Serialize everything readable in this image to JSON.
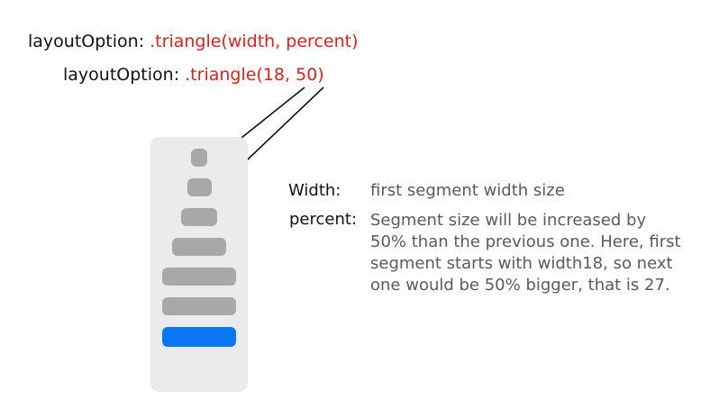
{
  "header": {
    "signature_key": "layoutOption: ",
    "signature_value": ".triangle(width, percent)",
    "example_key": "layoutOption: ",
    "example_value": ".triangle(18, 50)"
  },
  "segment_control": {
    "first_width": 18,
    "percent_increase": 50,
    "segment_count": 7,
    "selected_index": 6,
    "background_color": "#ebebed",
    "segment_color": "#a8a8aa",
    "selected_color": "#0a77f2"
  },
  "explanation": {
    "width_label": "Width:",
    "width_text": "first segment width size",
    "percent_label": "percent:",
    "percent_text": "Segment size will be increased by 50% than the previous one. Here, first segment starts with width18, so next one would be 50% bigger, that is 27."
  }
}
